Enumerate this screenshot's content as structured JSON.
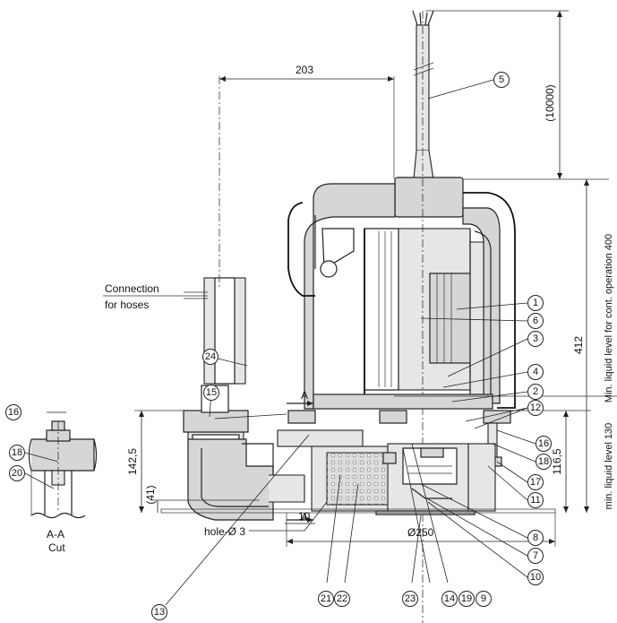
{
  "labels": {
    "connection": "Connection",
    "for_hoses": "for hoses",
    "hole": "hole-Ø 3",
    "section_mark": "A",
    "section_name": "A-A",
    "section_cut": "Cut"
  },
  "dimensions": {
    "d_203": "203",
    "d_10000": "(10000)",
    "d_412": "412",
    "d_142_5": "142,5",
    "d_41": "(41)",
    "d_116_5": "116,5",
    "d_10": "10",
    "d_250": "Ø250",
    "min_level_400": "Min. liquid level for cont. operation 400",
    "min_level_130": "min. liquid level 130"
  },
  "callouts": [
    "1",
    "2",
    "3",
    "4",
    "5",
    "6",
    "7",
    "8",
    "9",
    "10",
    "11",
    "12",
    "13",
    "14",
    "15",
    "16",
    "17",
    "18",
    "19",
    "20",
    "21",
    "22",
    "23",
    "24"
  ]
}
